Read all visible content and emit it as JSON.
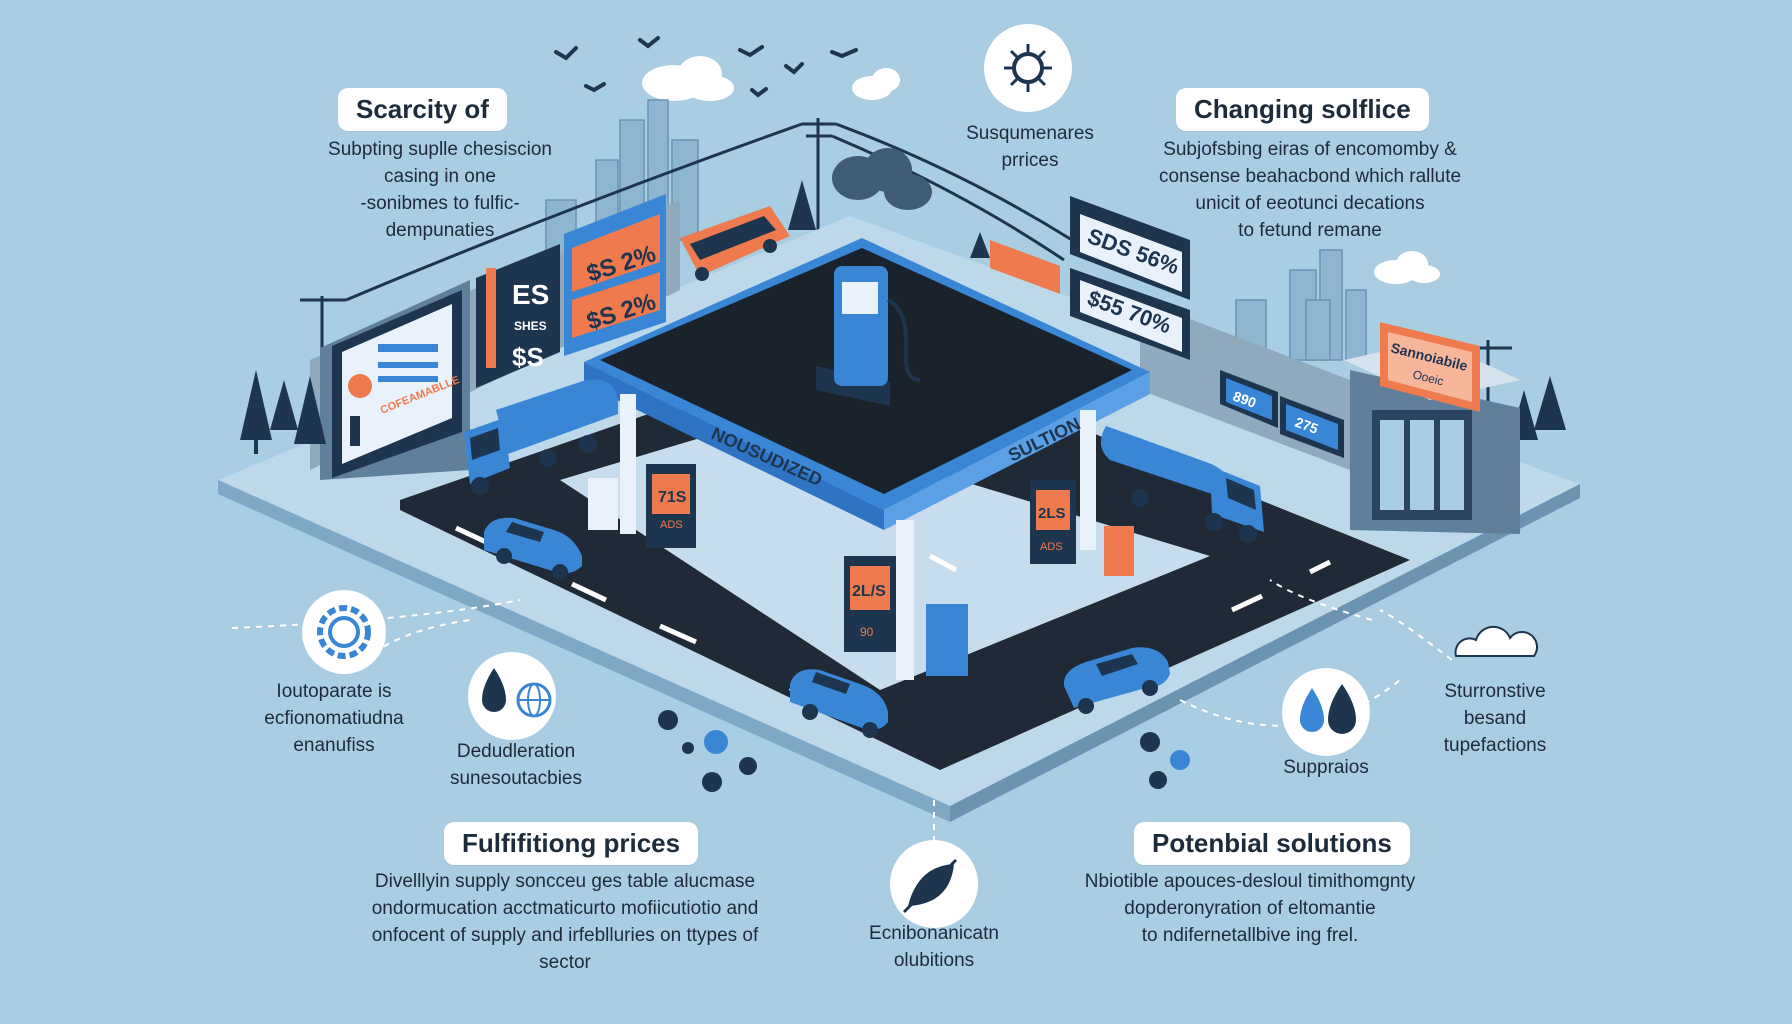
{
  "top_left": {
    "title": "Scarcity of",
    "lines": [
      "Subpting suplle chesiscion",
      "casing in one",
      "-sonibmes to fulfic-",
      "dempunaties"
    ]
  },
  "top_center": {
    "lines": [
      "Susqumenares",
      "prrices"
    ]
  },
  "top_right": {
    "title": "Changing solflice",
    "lines": [
      "Subjofsbing eiras of encomomby &",
      "consense beahacbond which rallute",
      "unicit of eeotunci decations",
      "to fetund remane"
    ]
  },
  "mid_left": {
    "lines": [
      "Ioutoparate is",
      "ecfionomatiudna",
      "enanufiss"
    ]
  },
  "mid_left2": {
    "lines": [
      "Dedudleration",
      "sunesoutacbies"
    ]
  },
  "mid_right": {
    "lines": [
      "Sturronstive",
      "besand",
      "tupefactions"
    ]
  },
  "mid_right2": {
    "lines": [
      "Suppraios"
    ]
  },
  "bottom_left": {
    "title": "Fulfifitiong prices",
    "lines": [
      "Divelllyin supply soncceu ges table  alucmase",
      "ondormucation acctmaticurto mofiicutiotio and",
      "onfocent of supply and irfeblluries on ttypes of",
      "sector"
    ]
  },
  "bottom_center": {
    "lines": [
      "Ecnibonanicatn",
      "olubitions"
    ]
  },
  "bottom_right": {
    "title": "Potenbial solutions",
    "lines": [
      "Nbiotible apouces-desloul timithomgnty",
      "dopderonyration of eltomantie",
      "to ndifernetallbive ing frel."
    ]
  },
  "canopy": {
    "label_left": "NOUSUDIZED",
    "label_right": "SULTION"
  },
  "signs": {
    "left_big": [
      "ES",
      "SHES",
      "$S"
    ],
    "left_price1": "$S 2%",
    "left_price2": "$S 2%",
    "right_top": "SDS  56%",
    "right_bottom": "$55  70%",
    "right_small1": "890",
    "right_small2": "275",
    "right_shop_title": "Sannoiabile",
    "right_shop_sub": "Ooeic",
    "billboard_left": "COFEAMABLLE",
    "pump_left": "71S",
    "pump_left_sub": "ADS",
    "pump_center": "2L/S",
    "pump_center_sub": "90",
    "pump_right": "2LS",
    "pump_right_sub": "ADS"
  },
  "colors": {
    "background": "#a9cde3",
    "road": "#1f2a36",
    "accent_blue": "#3a86d6",
    "accent_orange": "#ee7a4e",
    "navy": "#1e3550"
  }
}
